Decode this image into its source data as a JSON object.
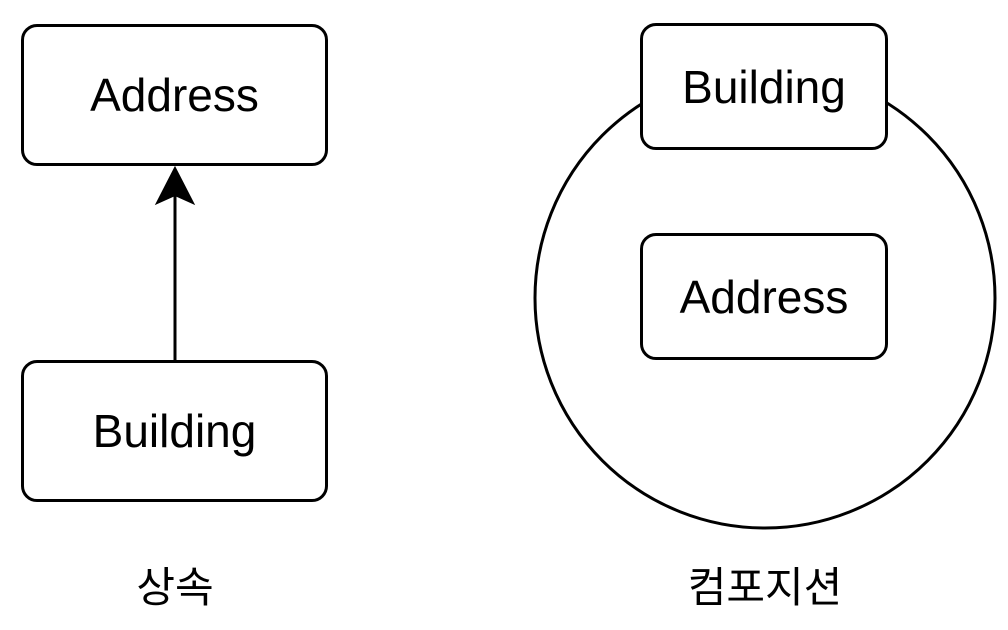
{
  "inheritance": {
    "parent_label": "Address",
    "child_label": "Building",
    "caption": "상속"
  },
  "composition": {
    "outer_label": "Building",
    "inner_label": "Address",
    "caption": "컴포지션"
  }
}
